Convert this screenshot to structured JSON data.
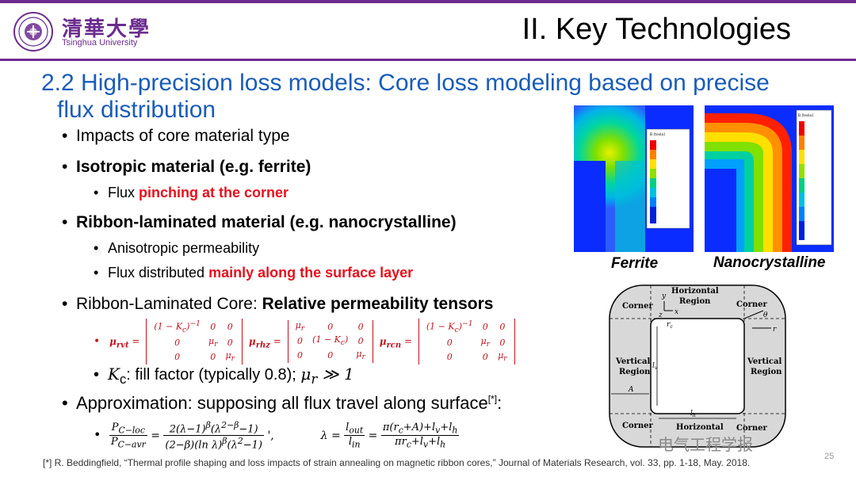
{
  "header": {
    "logo_cn": "清華大學",
    "logo_en": "Tsinghua University",
    "slide_title": "II. Key Technologies"
  },
  "section": {
    "title_line1": "2.2 High-precision loss models: Core loss modeling based on precise",
    "title_line2": "flux distribution"
  },
  "bullets": {
    "b1": "Impacts of core material type",
    "b2": "Isotropic material (e.g. ferrite)",
    "b2_sub_prefix": "Flux ",
    "b2_sub_red": "pinching at the corner",
    "b3": "Ribbon-laminated material (e.g. nanocrystalline)",
    "b3_sub1": "Anisotropic permeability",
    "b3_sub2_prefix": "Flux distributed ",
    "b3_sub2_red": "mainly along the surface layer",
    "b4_prefix": "Ribbon-Laminated Core: ",
    "b4_bold": "Relative permeability tensors",
    "b5_kc": "K",
    "b5_kc_sub": "c",
    "b5_text": ": fill factor (typically 0.8); ",
    "b5_math": "μ",
    "b5_math_sub": "r",
    "b5_math_rest": " ≫ 1",
    "b6": "Approximation: supposing all flux travel along surface",
    "b6_sup": "[*]",
    "b6_colon": ":"
  },
  "equations": {
    "mu_rvt": "μ",
    "mu_rvt_sub": "rvt",
    "mu_rhz_sub": "rhz",
    "mu_rcn_sub": "rcn",
    "eq_sign": "=",
    "m_one_kc": "(1 − K",
    "m_one_kc_sub": "c",
    "m_one_kc_tail": ")",
    "m_neg1": "−1",
    "m_zero": "0",
    "m_mur": "μ",
    "m_mur_sub": "r",
    "loss_num_left": "P",
    "loss_num_left_sub": "C−loc",
    "loss_den_left": "P",
    "loss_den_left_sub": "C−avr",
    "loss_num_right": "2(λ−1)",
    "loss_num_right_sup": "β",
    "loss_num_right_2": "(λ",
    "loss_num_right_sup2": "2−β",
    "loss_num_right_3": "−1)",
    "loss_den_right": "(2−β)(ln λ)",
    "loss_den_right_sup": "β",
    "loss_den_right_2": "(λ",
    "loss_den_right_sup2": "2",
    "loss_den_right_3": "−1)",
    "loss_end": "',",
    "lambda": "λ",
    "lam_num": "l",
    "lam_num_sub": "out",
    "lam_den": "l",
    "lam_den_sub": "in",
    "lam_num2": "π(r",
    "lam_num2_sub": "c",
    "lam_num2_tail": "+A)+l",
    "lam_num2_sub2": "v",
    "lam_num2_tail2": "+l",
    "lam_num2_sub3": "h",
    "lam_den2": "πr",
    "lam_den2_sub": "c",
    "lam_den2_tail": "+l",
    "lam_den2_sub2": "v",
    "lam_den2_tail2": "+l",
    "lam_den2_sub3": "h"
  },
  "figures": {
    "caption_ferrite": "Ferrite",
    "caption_nano": "Nanocrystalline",
    "legend_title_fe": "B [tesla]",
    "legend_title_na": "B [tesla]"
  },
  "diagram": {
    "corner_tl": "Corner",
    "corner_tr": "Corner",
    "corner_bl": "Corner",
    "corner_br": "Corner",
    "horiz_top_1": "Horizontal",
    "horiz_top_2": "Region",
    "horiz_bot": "Horizontal",
    "vert_left_1": "Vertical",
    "vert_left_2": "Region",
    "vert_right_1": "Vertical",
    "vert_right_2": "Region",
    "lbl_y": "y",
    "lbl_x": "x",
    "lbl_z": "z",
    "lbl_rc": "r",
    "lbl_rc_sub": "c",
    "lbl_theta": "θ",
    "lbl_r": "r",
    "lbl_lv": "l",
    "lbl_lv_sub": "v",
    "lbl_lh": "l",
    "lbl_lh_sub": "h",
    "lbl_A": "A"
  },
  "watermark": "电气工程学报",
  "footnote": "[*] R. Beddingfield, “Thermal profile shaping and loss impacts of strain annealing on magnetic ribbon cores,” Journal of Materials Research, vol. 33, pp. 1-18, May. 2018.",
  "page_number": "25",
  "colors": {
    "brand_purple": "#6b2c8f",
    "title_blue": "#1a5cb8",
    "emphasis_red": "#e8101c"
  }
}
